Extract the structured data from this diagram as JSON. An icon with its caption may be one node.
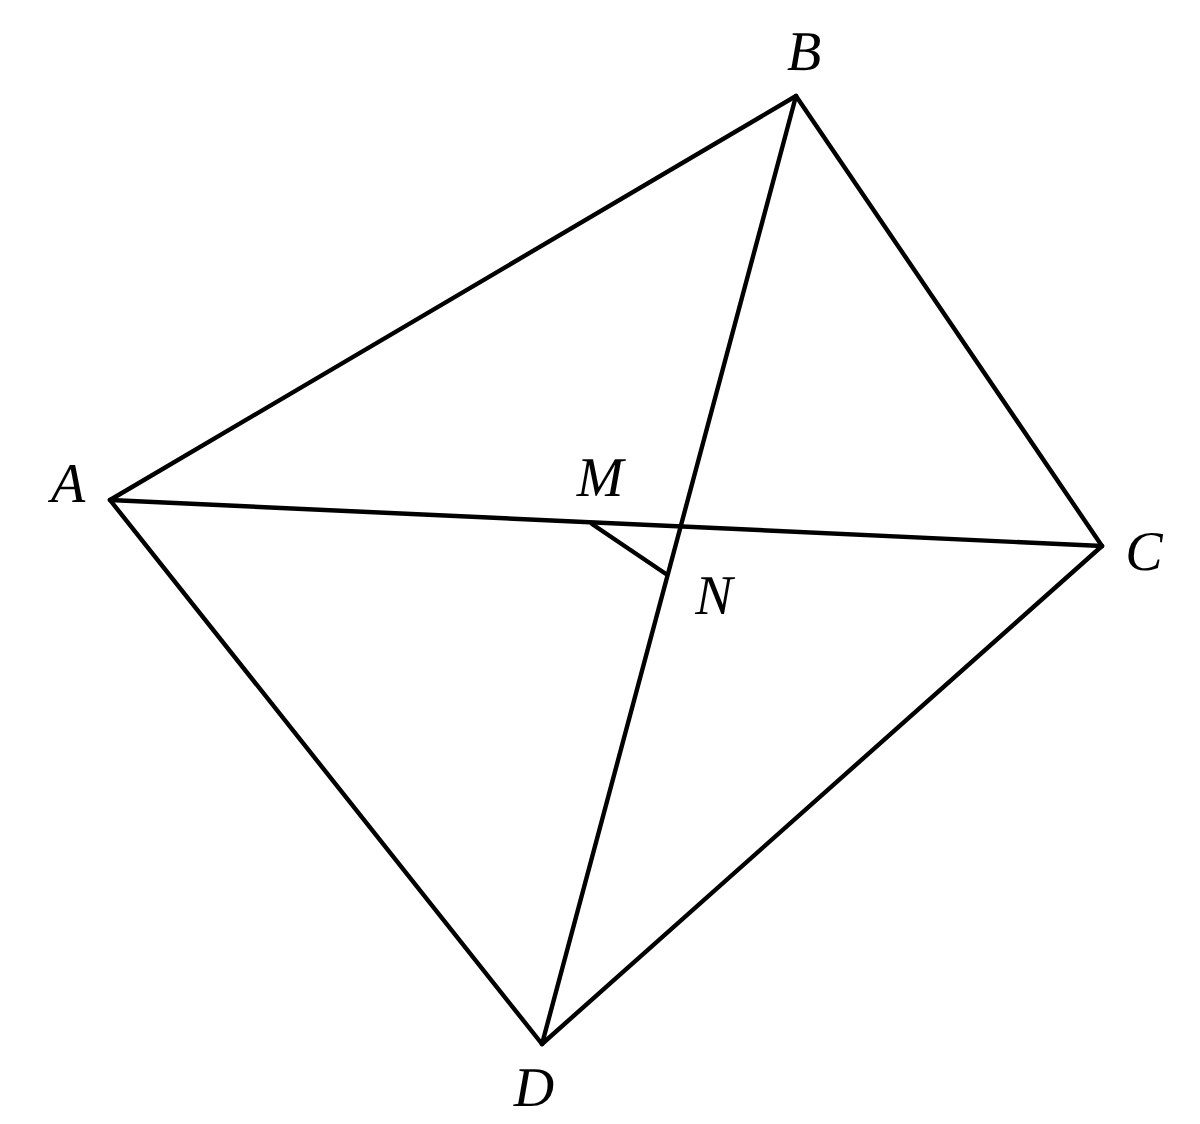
{
  "diagram": {
    "nodes": [
      {
        "text": [
          "A"
        ]
      },
      {
        "text": [
          "B"
        ]
      },
      {
        "text": [
          "C"
        ]
      },
      {
        "text": [
          "D"
        ]
      },
      {
        "text": [
          "M"
        ]
      },
      {
        "text": [
          "N"
        ]
      }
    ],
    "edges": [
      {
        "from": 0,
        "to": 1,
        "arrow": "none"
      },
      {
        "from": 1,
        "to": 2,
        "arrow": "none"
      },
      {
        "from": 2,
        "to": 3,
        "arrow": "none"
      },
      {
        "from": 3,
        "to": 0,
        "arrow": "none"
      },
      {
        "from": 0,
        "to": 2,
        "arrow": "none"
      },
      {
        "from": 1,
        "to": 3,
        "arrow": "none"
      },
      {
        "from": 4,
        "to": 5,
        "arrow": "none"
      }
    ]
  }
}
